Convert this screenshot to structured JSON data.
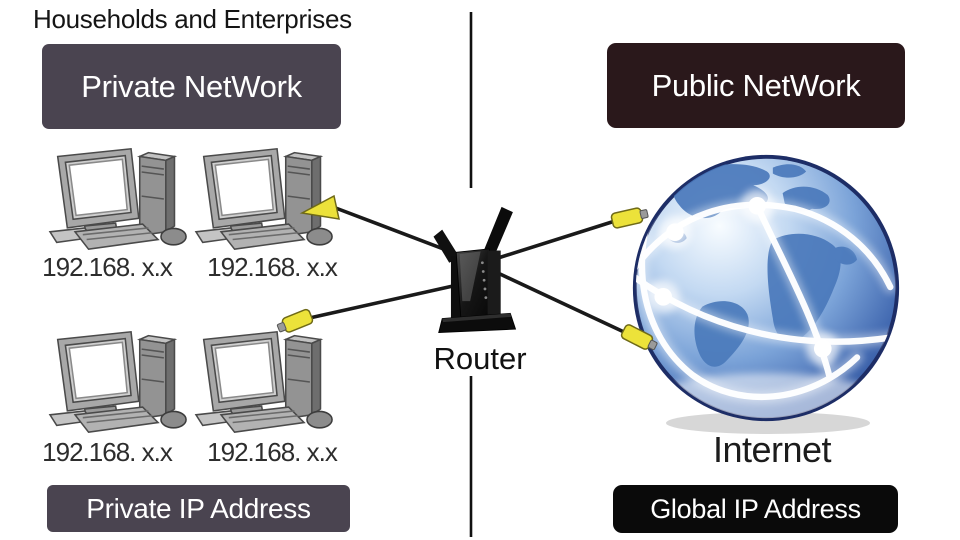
{
  "title": "Households and Enterprises",
  "private": {
    "network_label": "Private NetWork",
    "ip_address_label": "Private IP Address",
    "computers": [
      {
        "ip": "192.168. x.x"
      },
      {
        "ip": "192.168. x.x"
      },
      {
        "ip": "192.168. x.x"
      },
      {
        "ip": "192.168. x.x"
      }
    ]
  },
  "public": {
    "network_label": "Public NetWork",
    "internet_label": "Internet",
    "ip_address_label": "Global IP Address"
  },
  "router_label": "Router",
  "colors": {
    "private_box": "#4a4450",
    "public_box": "#2a181b",
    "global_box": "#0a0a0a",
    "divider_line": "#111111",
    "cable": "#1a1a1a",
    "plug_yellow": "#ece23a",
    "globe_rim": "#1d2d66",
    "globe_land": "#4a79bb"
  }
}
